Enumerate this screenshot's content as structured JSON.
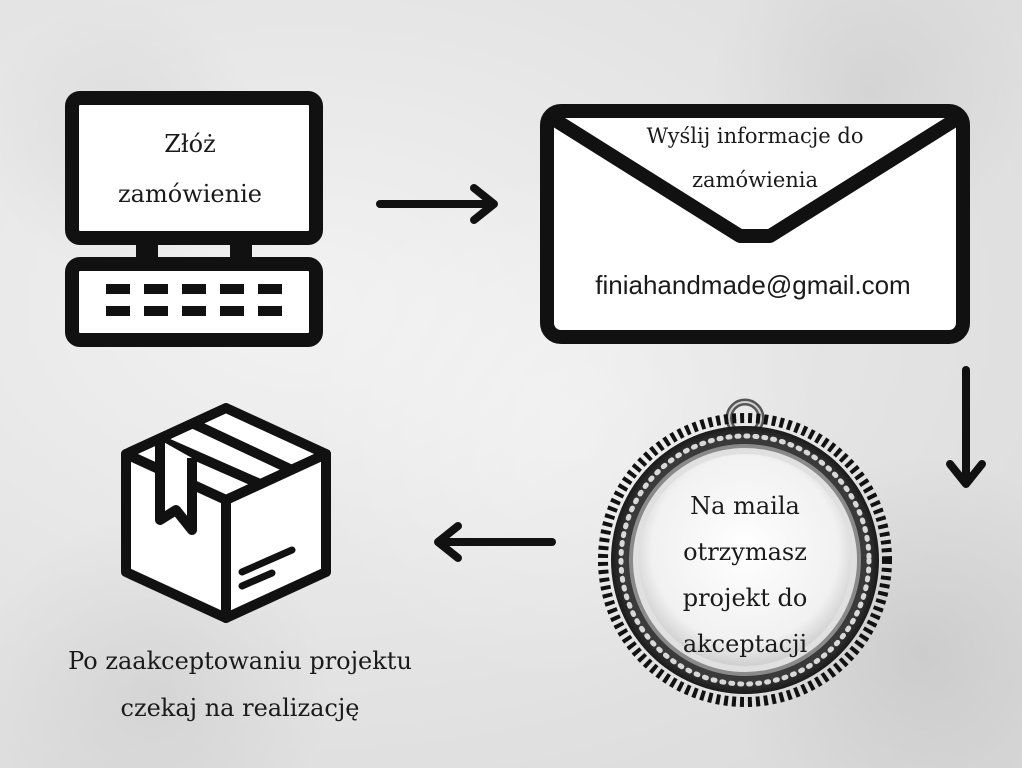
{
  "steps": {
    "order": {
      "line1": "Złóż",
      "line2": "zamówienie"
    },
    "send_info": {
      "line1": "Wyślij informacje do",
      "line2": "zamówienia",
      "email": "finiahandmade@gmail.com"
    },
    "receive_design": {
      "line1": "Na maila",
      "line2": "otrzymasz",
      "line3": "projekt do",
      "line4": "akceptacji"
    },
    "realization": {
      "line1": "Po zaakceptowaniu projektu",
      "line2": "czekaj na realizację"
    }
  },
  "icons": {
    "computer": "computer-icon",
    "envelope": "envelope-icon",
    "pendant": "pendant-icon",
    "package": "package-box-icon",
    "arrow_right": "arrow-right-icon",
    "arrow_down": "arrow-down-icon",
    "arrow_left": "arrow-left-icon"
  },
  "colors": {
    "ink": "#111111",
    "background": "#e6e6e6"
  }
}
